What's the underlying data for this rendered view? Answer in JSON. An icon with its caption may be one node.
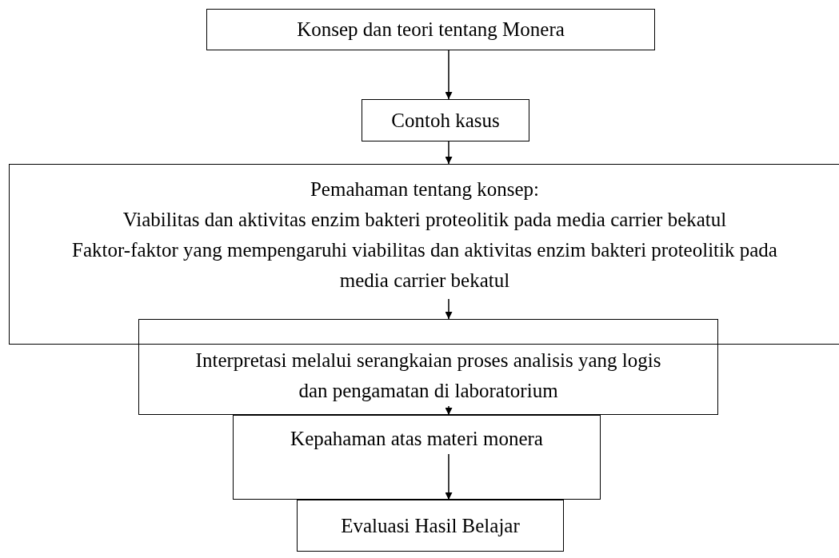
{
  "diagram": {
    "nodes": [
      {
        "text": [
          "Konsep dan teori tentang Monera"
        ]
      },
      {
        "text": [
          "Contoh kasus"
        ]
      },
      {
        "text": [
          "Pemahaman tentang konsep:",
          "Viabilitas dan aktivitas enzim bakteri proteolitik pada media carrier bekatul",
          "Faktor-faktor yang mempengaruhi viabilitas dan aktivitas enzim bakteri proteolitik pada media carrier bekatul"
        ]
      },
      {
        "text": [
          "Interpretasi melalui serangkaian proses analisis yang logis dan pengamatan di laboratorium"
        ]
      },
      {
        "text": [
          "Kepahaman atas materi monera"
        ]
      },
      {
        "text": [
          "Evaluasi Hasil Belajar"
        ]
      }
    ],
    "edges": [
      {
        "from": 0,
        "to": 1,
        "arrow": "to"
      },
      {
        "from": 1,
        "to": 2,
        "arrow": "to"
      },
      {
        "from": 2,
        "to": 3,
        "arrow": "to"
      },
      {
        "from": 3,
        "to": 4,
        "arrow": "to"
      },
      {
        "from": 4,
        "to": 5,
        "arrow": "to"
      }
    ]
  }
}
